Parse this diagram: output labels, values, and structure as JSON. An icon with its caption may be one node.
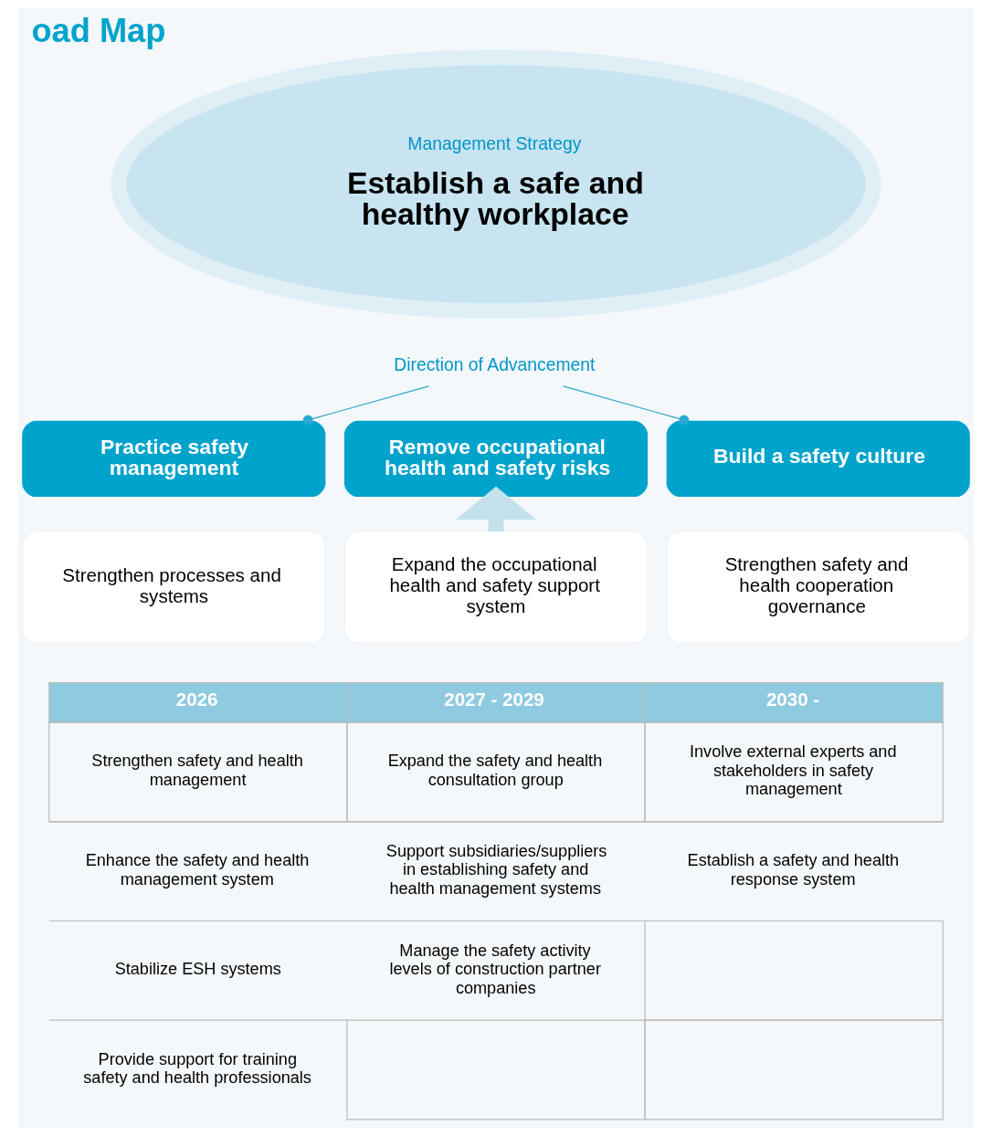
{
  "diagram": {
    "title": "oad Map",
    "nodes": [
      {
        "text": [
          "Management Strategy",
          "Establish a safe and healthy workplace"
        ]
      },
      {
        "text": [
          "Direction of Advancement"
        ]
      },
      {
        "text": [
          "Practice safety management"
        ]
      },
      {
        "text": [
          "Remove occupational health and safety risks"
        ]
      },
      {
        "text": [
          "Build a safety culture"
        ]
      },
      {
        "text": [
          "Strengthen processes and systems"
        ]
      },
      {
        "text": [
          "Expand the occupational health and safety support system"
        ]
      },
      {
        "text": [
          "Strengthen safety and health cooperation governance"
        ]
      }
    ],
    "edges": [
      {
        "from": 1,
        "to": 2,
        "arrow": "other"
      },
      {
        "from": 1,
        "to": 4,
        "arrow": "other"
      },
      {
        "from": 6,
        "to": 3,
        "arrow": "to",
        "style": "thick",
        "color": "#c3e2ee"
      }
    ],
    "labels": [
      "2026",
      "2027 - 2029",
      "2030 -",
      "Strengthen safety and health management",
      "Expand the safety and health consultation group",
      "Involve external experts and stakeholders in safety management",
      "Enhance the safety and health management system",
      "Support subsidiaries/suppliers in establishing safety and health management systems",
      "Establish a safety and health response system",
      "Stabilize ESH systems",
      "Manage the safety activity levels of construction partner companies",
      "Provide support for training safety and health professionals"
    ]
  }
}
